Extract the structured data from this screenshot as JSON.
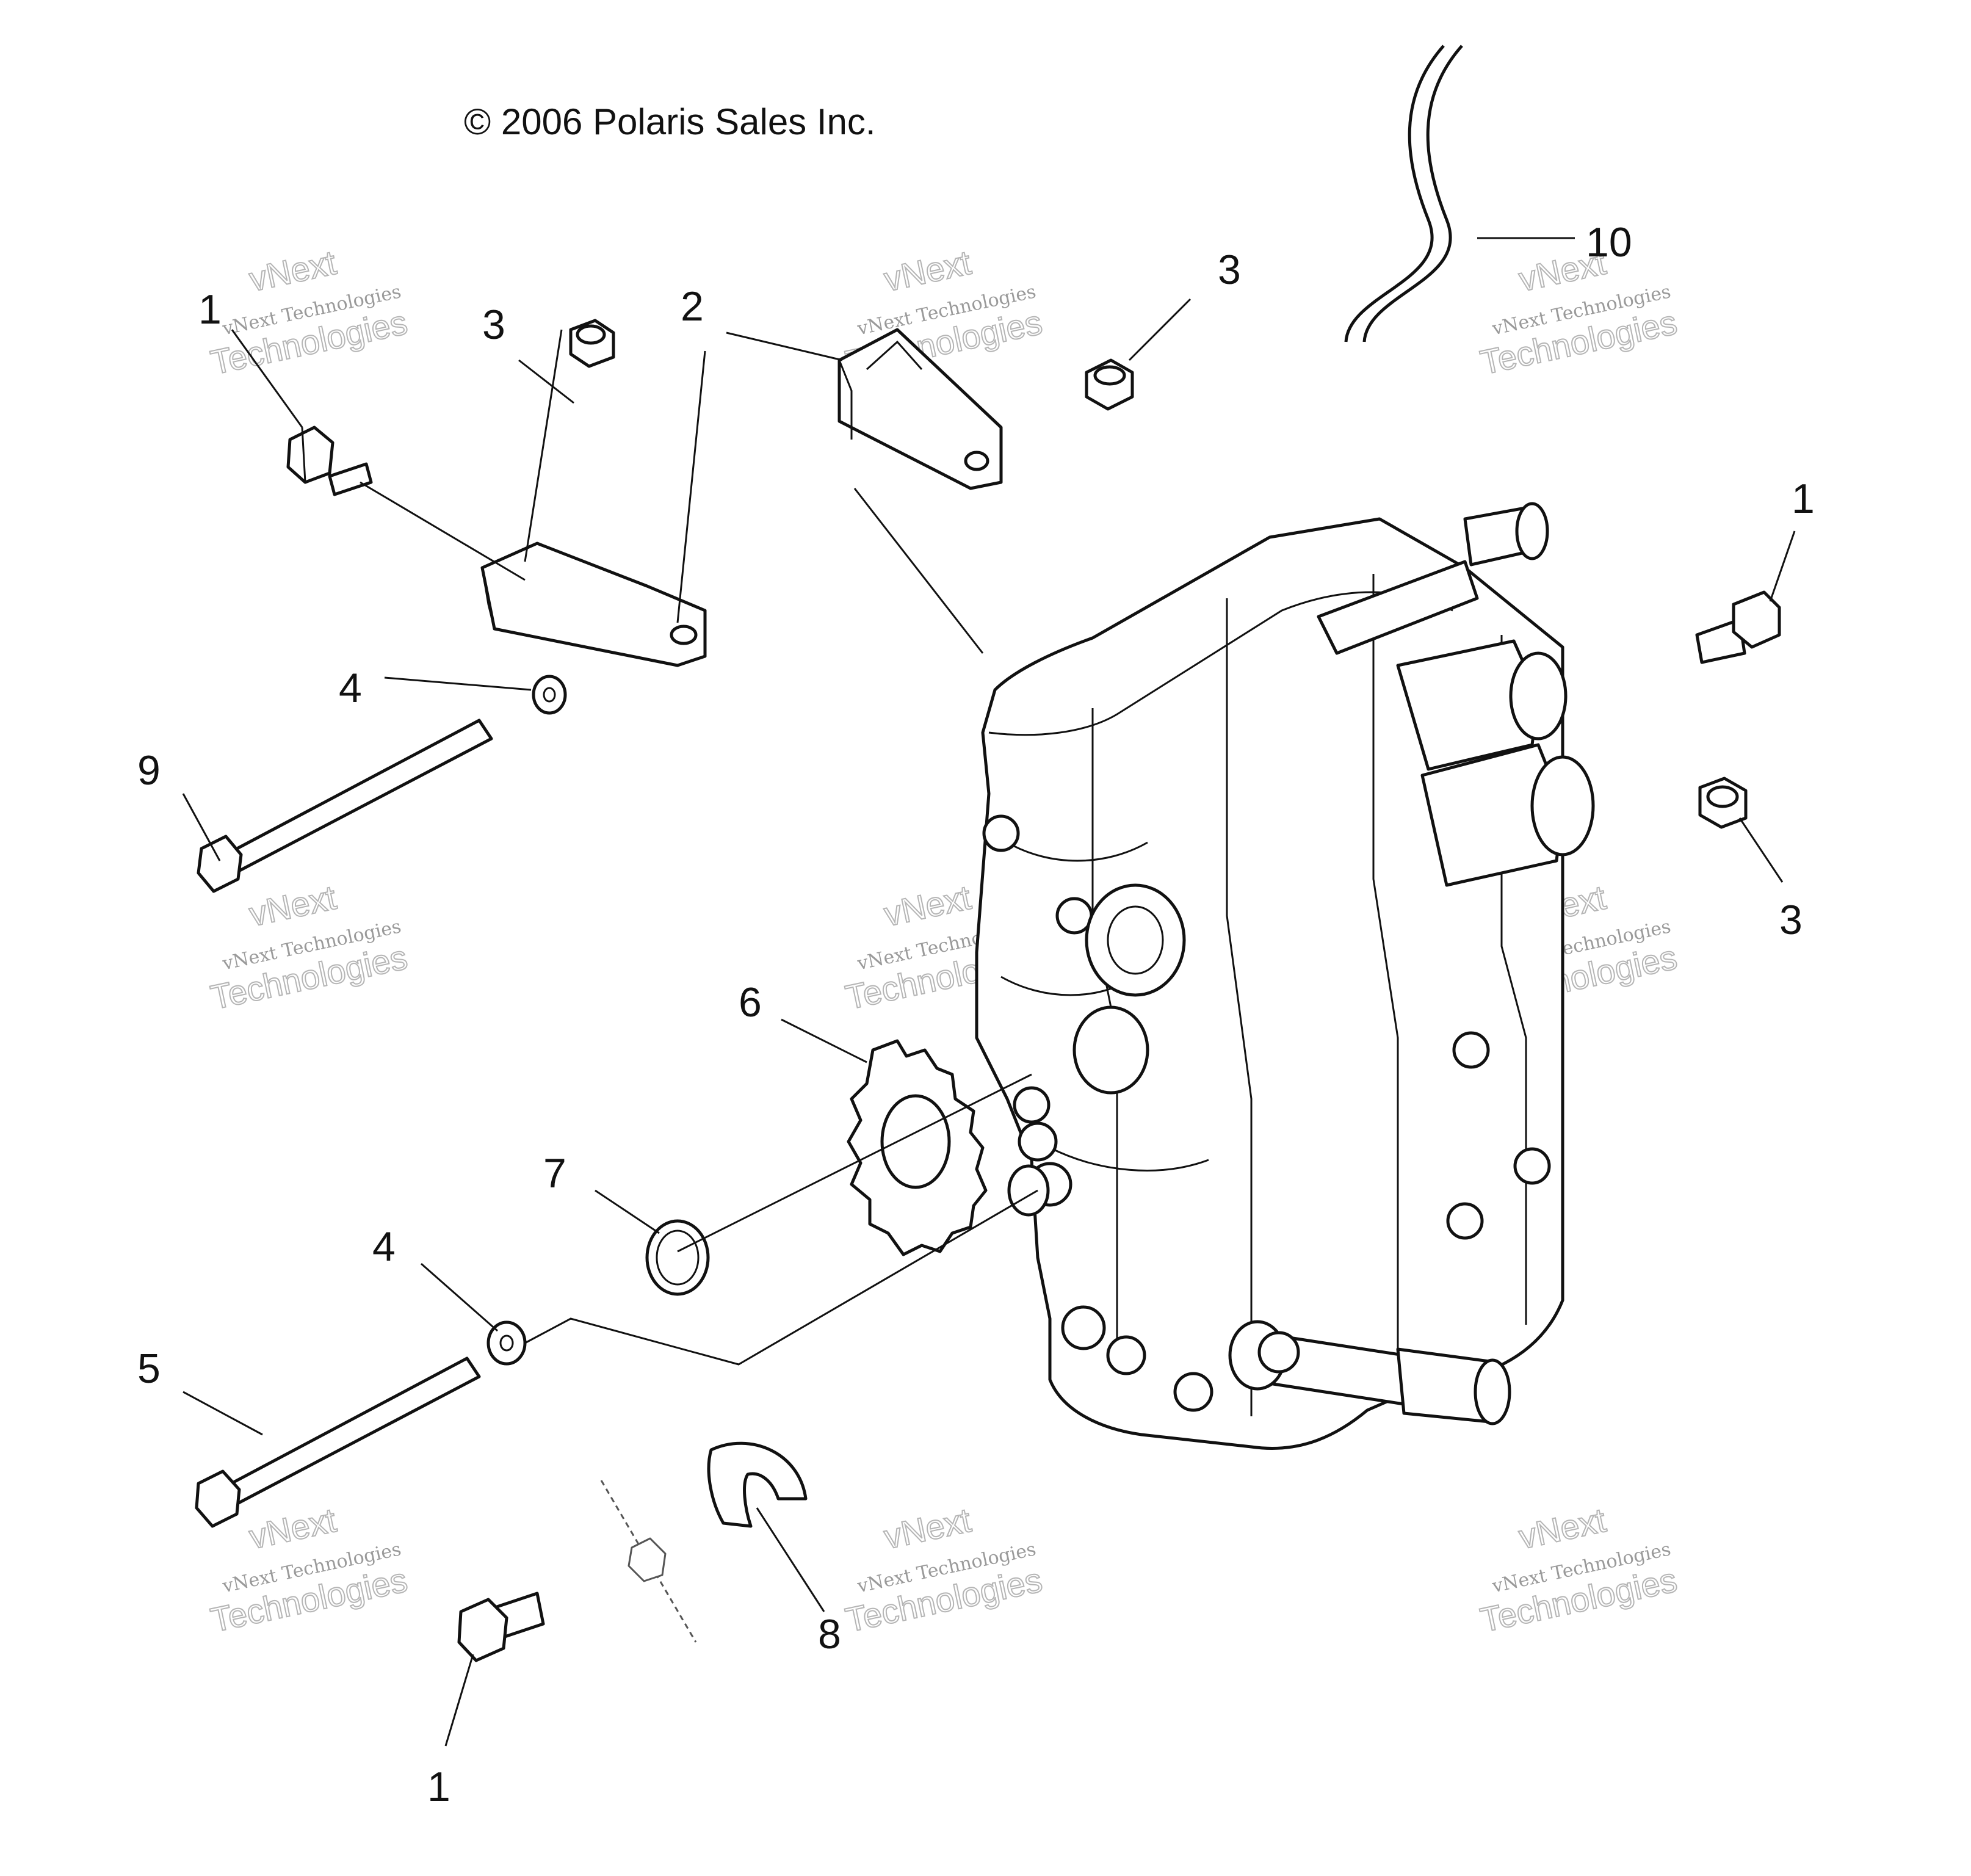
{
  "copyright": "© 2006 Polaris Sales Inc.",
  "watermark": {
    "line1": "vNext Technologies",
    "line2": "vNext",
    "line3": "Technologies"
  },
  "callouts": {
    "c1_top_left": "1",
    "c3_top_left": "3",
    "c2": "2",
    "c3_top_mid": "3",
    "c10": "10",
    "c1_right": "1",
    "c3_right": "3",
    "c4_upper": "4",
    "c9": "9",
    "c6": "6",
    "c7": "7",
    "c4_lower": "4",
    "c5": "5",
    "c8": "8",
    "c1_bottom": "1"
  }
}
